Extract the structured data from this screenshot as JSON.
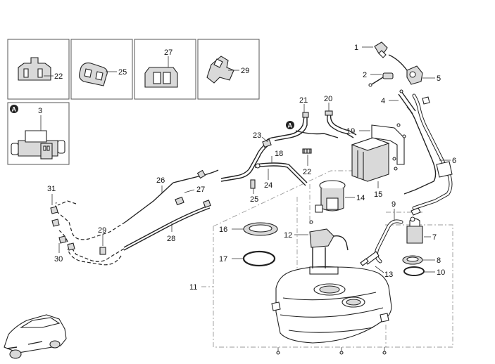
{
  "diagram": {
    "callouts": {
      "c1": "1",
      "c2": "2",
      "c3": "3",
      "c4": "4",
      "c5": "5",
      "c6": "6",
      "c7": "7",
      "c8": "8",
      "c9": "9",
      "c10": "10",
      "c11": "11",
      "c12": "12",
      "c13": "13",
      "c14": "14",
      "c15": "15",
      "c16": "16",
      "c17": "17",
      "c18": "18",
      "c19": "19",
      "c20": "20",
      "c21": "21",
      "c22": "22",
      "c22b": "22",
      "c23": "23",
      "c24": "24",
      "c25": "25",
      "c25b": "25",
      "c26": "26",
      "c27": "27",
      "c27b": "27",
      "c28": "28",
      "c29": "29",
      "c29b": "29",
      "c30": "30",
      "c31": "31"
    },
    "view_marker": "A",
    "view_marker_2": "A"
  }
}
